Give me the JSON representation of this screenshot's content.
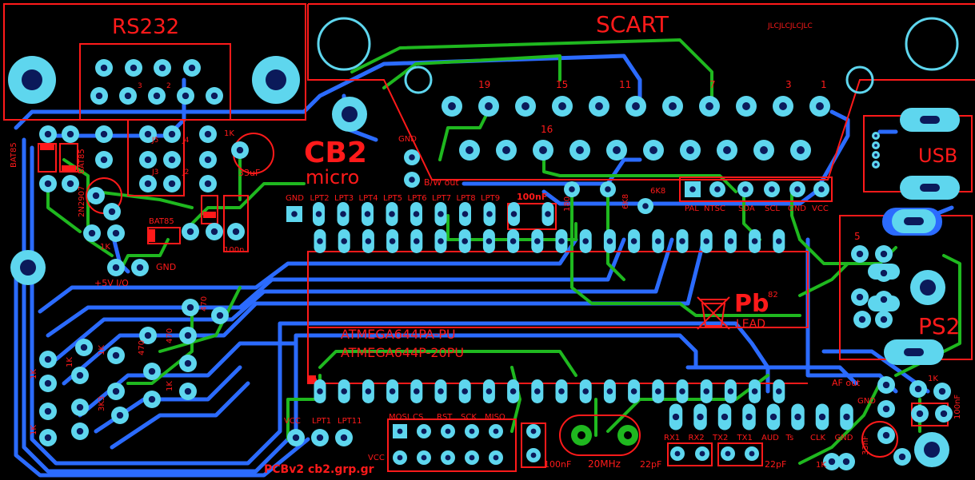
{
  "board": {
    "title_rs232": "RS232",
    "title_scart": "SCART",
    "jlc": "JLCJLCJLCJLC",
    "logo_top": "CB2",
    "logo_bottom": "micro",
    "usb": "USB",
    "ps2": "PS2",
    "pb": "Pb",
    "pb_sup": "82",
    "lead": "LEAD",
    "chip_line1": "ATMEGA644PA-PU",
    "chip_line2": "ATMEGA644P-20PU",
    "footer": "PCBv2 cb2.grp.gr",
    "scart_19": "19",
    "scart_15": "15",
    "scart_11": "11",
    "scart_7": "7",
    "scart_3": "3",
    "scart_1": "1",
    "scart_16": "16",
    "rs_3": "3",
    "rs_2": "2",
    "gnd": "GND",
    "bw_out": "B/W out",
    "lpt_labels": [
      "GND",
      "LPT2",
      "LPT3",
      "LPT4",
      "LPT5",
      "LPT6",
      "LPT7",
      "LPT8",
      "LPT9"
    ],
    "cap_100nf": "100nF",
    "r_180": "180",
    "r_6k8a": "6K8",
    "r_6k8b": "6K8",
    "hdr_labels": [
      "PAL",
      "NTSC",
      "SDA",
      "SCL",
      "GND",
      "VCC"
    ],
    "bat85_a": "BAT85",
    "bat85_b": "BAT85",
    "bat85_c": "BAT85",
    "q_2n2907": "2N2907",
    "r_1k": "1K",
    "r_1k_b": "1K",
    "cap_33uf": "33uF",
    "cap_100n_small": "100n",
    "gnd2": "GND",
    "v5": "+5V I/O",
    "j_lbl1": "J5",
    "j_lbl2": "J3",
    "j_lbl3": "J2",
    "j_lbl4": "J4",
    "r_470a": "470",
    "r_470b": "470",
    "r_470c": "470",
    "r_1k_list": [
      "1K",
      "1K",
      "1K",
      "1K",
      "1K"
    ],
    "r_3k3": "3K3",
    "bot_left_hdr": [
      "VCC",
      "LPT1",
      "LPT11"
    ],
    "isp_labels": [
      "MOSI",
      "CS",
      "RST",
      "SCK",
      "MISO"
    ],
    "vcc_isp": "VCC",
    "cap_100nf_b": "100nF",
    "xtal": "20MHz",
    "cap_22pf_a": "22pF",
    "cap_22pf_b": "22pF",
    "bot_right_hdr": [
      "RX1",
      "RX2",
      "TX2",
      "TX1",
      "AUD",
      "Ts",
      "CLK",
      "GND"
    ],
    "af_out": "AF out",
    "gnd3": "GND",
    "r_1k_c": "1K",
    "r_1k_d": "1K",
    "cap_100nf_c": "100nF",
    "cap_33nf": "33nF",
    "ps2_5": "5"
  },
  "colors": {
    "background": "#000000",
    "silkscreen": "#ff1a1a",
    "pad": "#5ed6ee",
    "top_trace": "#2b6bff",
    "bottom_trace": "#1fb81f"
  }
}
